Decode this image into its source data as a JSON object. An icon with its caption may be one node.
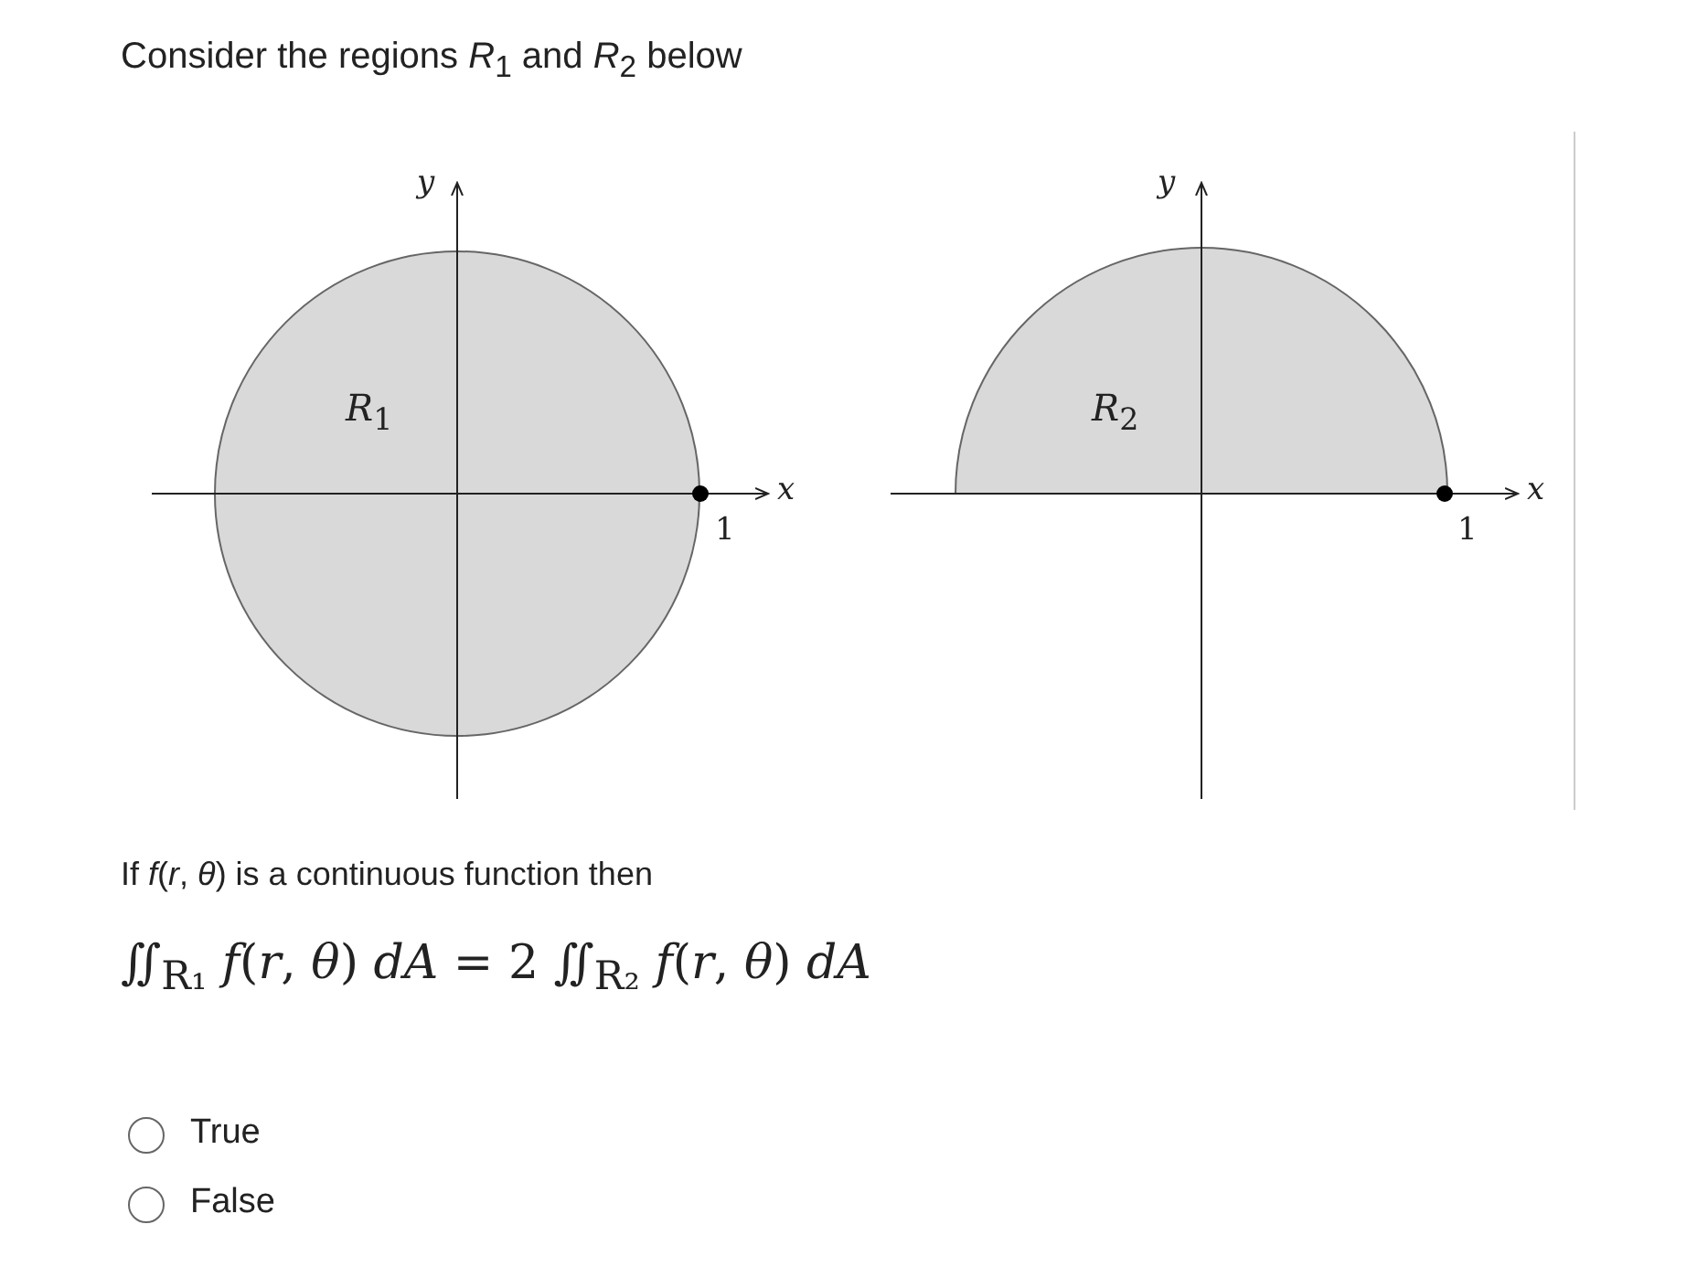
{
  "diagram": {
    "title": "Consider the regions *R*$_{1}$ and *R*$_{2}$ below",
    "nodes": [
      {
        "text": [
          "*R*$_{1}$"
        ]
      },
      {
        "text": [
          "*R*$_{2}$"
        ]
      }
    ],
    "edges": [],
    "labels": [
      "y",
      "y",
      "x",
      "1",
      "x",
      "1",
      "If *f*(*r*, *θ*) is a continuous function then",
      "∬$_{R₁}$ *f*(*r*, *θ*) *dA* = 2 ∬$_{R₂}$ *f*(*r*, *θ*) *dA*",
      "True",
      "False"
    ]
  }
}
